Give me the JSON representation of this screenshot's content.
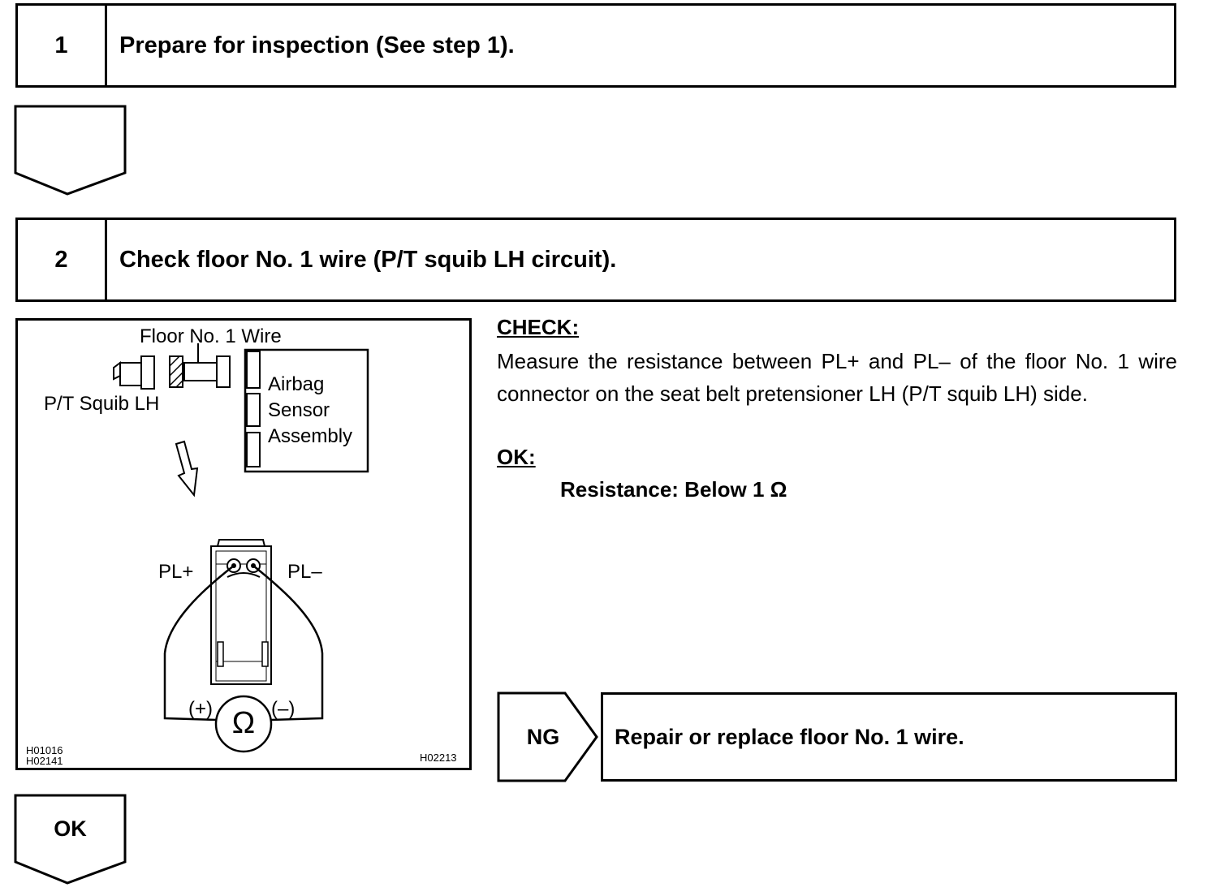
{
  "step1": {
    "number": "1",
    "title": "Prepare for inspection (See step 1)."
  },
  "step2": {
    "number": "2",
    "title": "Check floor No. 1 wire (P/T squib LH circuit)."
  },
  "figure": {
    "floor_wire_label": "Floor No. 1 Wire",
    "squib_label": "P/T Squib LH",
    "sensor_label_lines": [
      "Airbag",
      "Sensor",
      "Assembly"
    ],
    "pl_plus": "PL+",
    "pl_minus": "PL–",
    "meter_plus": "(+)",
    "meter_minus": "(–)",
    "meter_symbol": "Ω",
    "codes_left": [
      "H01016",
      "H02141"
    ],
    "code_right": "H02213"
  },
  "check": {
    "heading": "CHECK:",
    "text": "Measure the resistance between PL+ and PL– of the floor No. 1 wire connector on the seat belt pretensioner LH (P/T squib LH) side.",
    "ok_heading": "OK:",
    "spec": "Resistance: Below 1 Ω"
  },
  "ng": {
    "label": "NG",
    "action": "Repair or replace floor No. 1 wire."
  },
  "ok_arrow": {
    "label": "OK"
  }
}
